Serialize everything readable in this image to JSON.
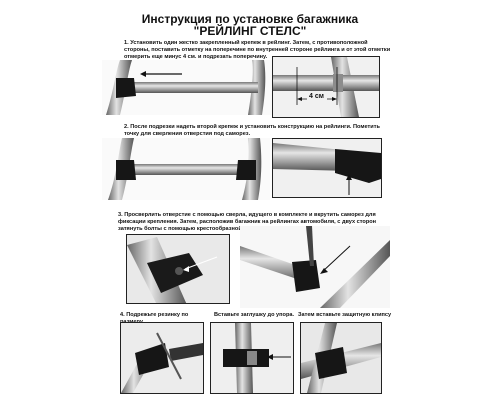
{
  "title": {
    "line1": "Инструкция по установке багажника",
    "line2": "\"РЕЙЛИНГ СТЕЛС\""
  },
  "steps": [
    {
      "number": "1.",
      "text": "Установить один жестко закрепленный крепеж в рейлинг. Затем, с противоположной стороны, поставить отметку на поперечине по внутренней стороне рейлинга и от этой отметки отмерить еще минус 4 см. и подрезать поперечину.",
      "measure_label": "4 см"
    },
    {
      "number": "2.",
      "text": "После подрезки надеть второй крепеж и установить конструкцию на рейлинги. Пометить точку для сверления отверстия под саморез."
    },
    {
      "number": "3.",
      "text": "Просверлить отверстие с помощью сверла, идущего в комплекте и вкрутить саморез для фиксации крепления. Затем, расположив багажник на рейлингах автомобиля, с двух сторон затянуть болты с помощью крестообразной отвертки."
    },
    {
      "number": "4.",
      "text": "Подрежьте резинку по размеру.",
      "text_b": "Вставьте заглушку до упора.",
      "text_c": "Затем вставьте защитную клипсу"
    }
  ],
  "colors": {
    "tube": "#b9b9b9",
    "tube_dark": "#6f6f6f",
    "clamp": "#161616",
    "frame": "#222222"
  }
}
